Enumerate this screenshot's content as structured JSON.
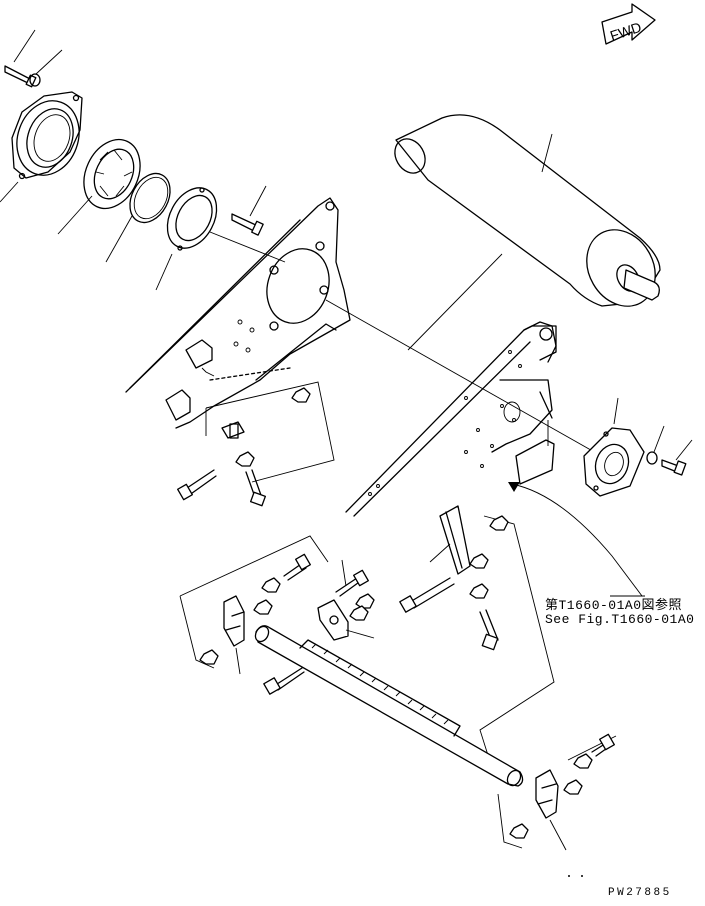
{
  "fwd_badge": {
    "text": "FWD"
  },
  "reference": {
    "jp": "第T1660-01A0図参照",
    "en": "See Fig.T1660-01A0"
  },
  "drawing_number": "PW27885"
}
